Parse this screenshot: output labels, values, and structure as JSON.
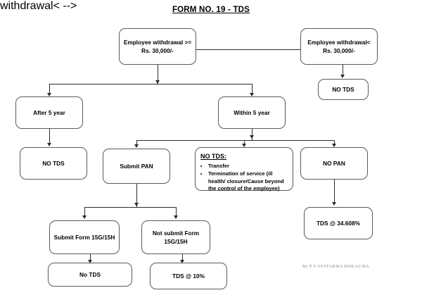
{
  "document": {
    "title": "FORM NO. 19 - TDS",
    "signature": "By P Y SYSTARMA  BIM,ACMA"
  },
  "nodes": {
    "withdrawal_ge": "Employee withdrawal >= Rs. 30,000/-",
    "withdrawal_lt": "Employee withdrawal< Rs. 30,000/-",
    "no_tds_right": "NO TDS",
    "after_5_year": "After 5 year",
    "within_5_year": "Within 5 year",
    "no_tds_left": "NO TDS",
    "submit_pan": "Submit PAN",
    "no_pan": "NO PAN",
    "tds_34": "TDS @ 34.608%",
    "submit_form": "Submit Form 15G/15H",
    "not_submit_form": "Not submit Form 15G/15H",
    "no_tds_bottom": "No TDS",
    "tds_10": "TDS @ 10%",
    "no_tds_exempt": {
      "heading": "NO TDS:",
      "items": [
        "Transfer",
        "Termination of service (ill health/ closure/Cause beyond the control of the employee)"
      ]
    }
  },
  "colors": {
    "border": "#5a5a5a",
    "connector": "#2b2b2b",
    "text": "#000000",
    "background": "#ffffff"
  }
}
